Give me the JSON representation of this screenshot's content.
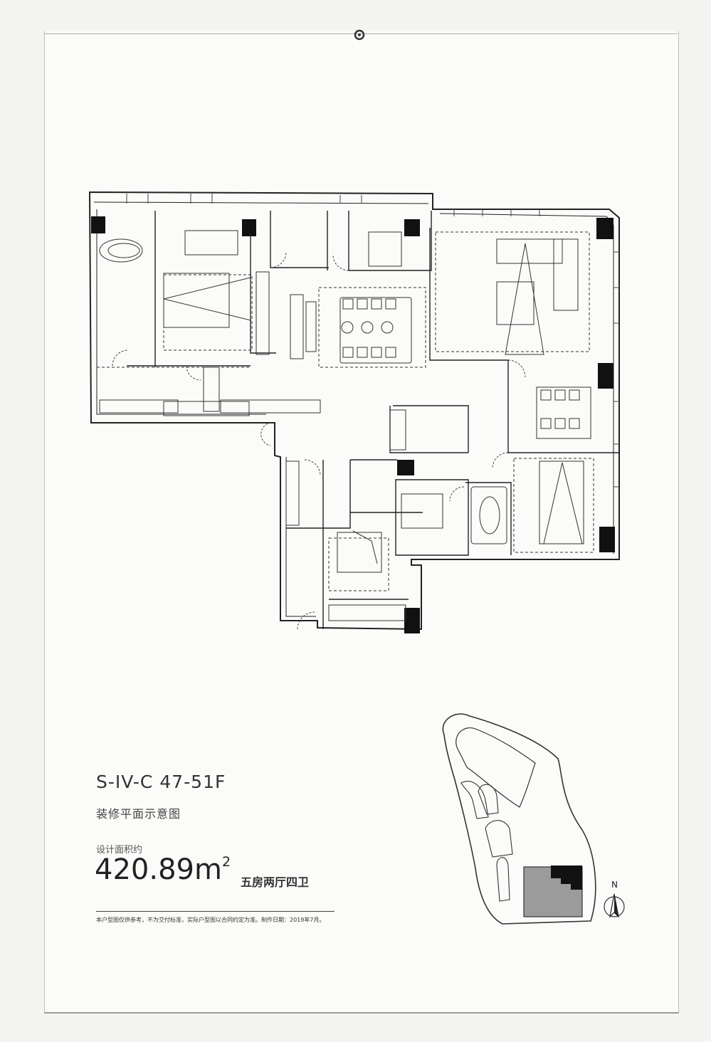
{
  "unit": {
    "code": "S-IV-C 47-51F",
    "plan_title": "装修平面示意图",
    "area_label": "设计面积约",
    "area_value": "420.89",
    "area_unit": "m",
    "area_unit_power": "2",
    "layout": "五房两厅四卫"
  },
  "disclaimer": "本户型图仅供参考，不为交付标准，实际户型图以合同约定为准。制作日期：2019年7月。",
  "compass": {
    "label": "N"
  },
  "colors": {
    "ink": "#222222",
    "site_block": "#9b9b9b",
    "highlight": "#111111"
  }
}
